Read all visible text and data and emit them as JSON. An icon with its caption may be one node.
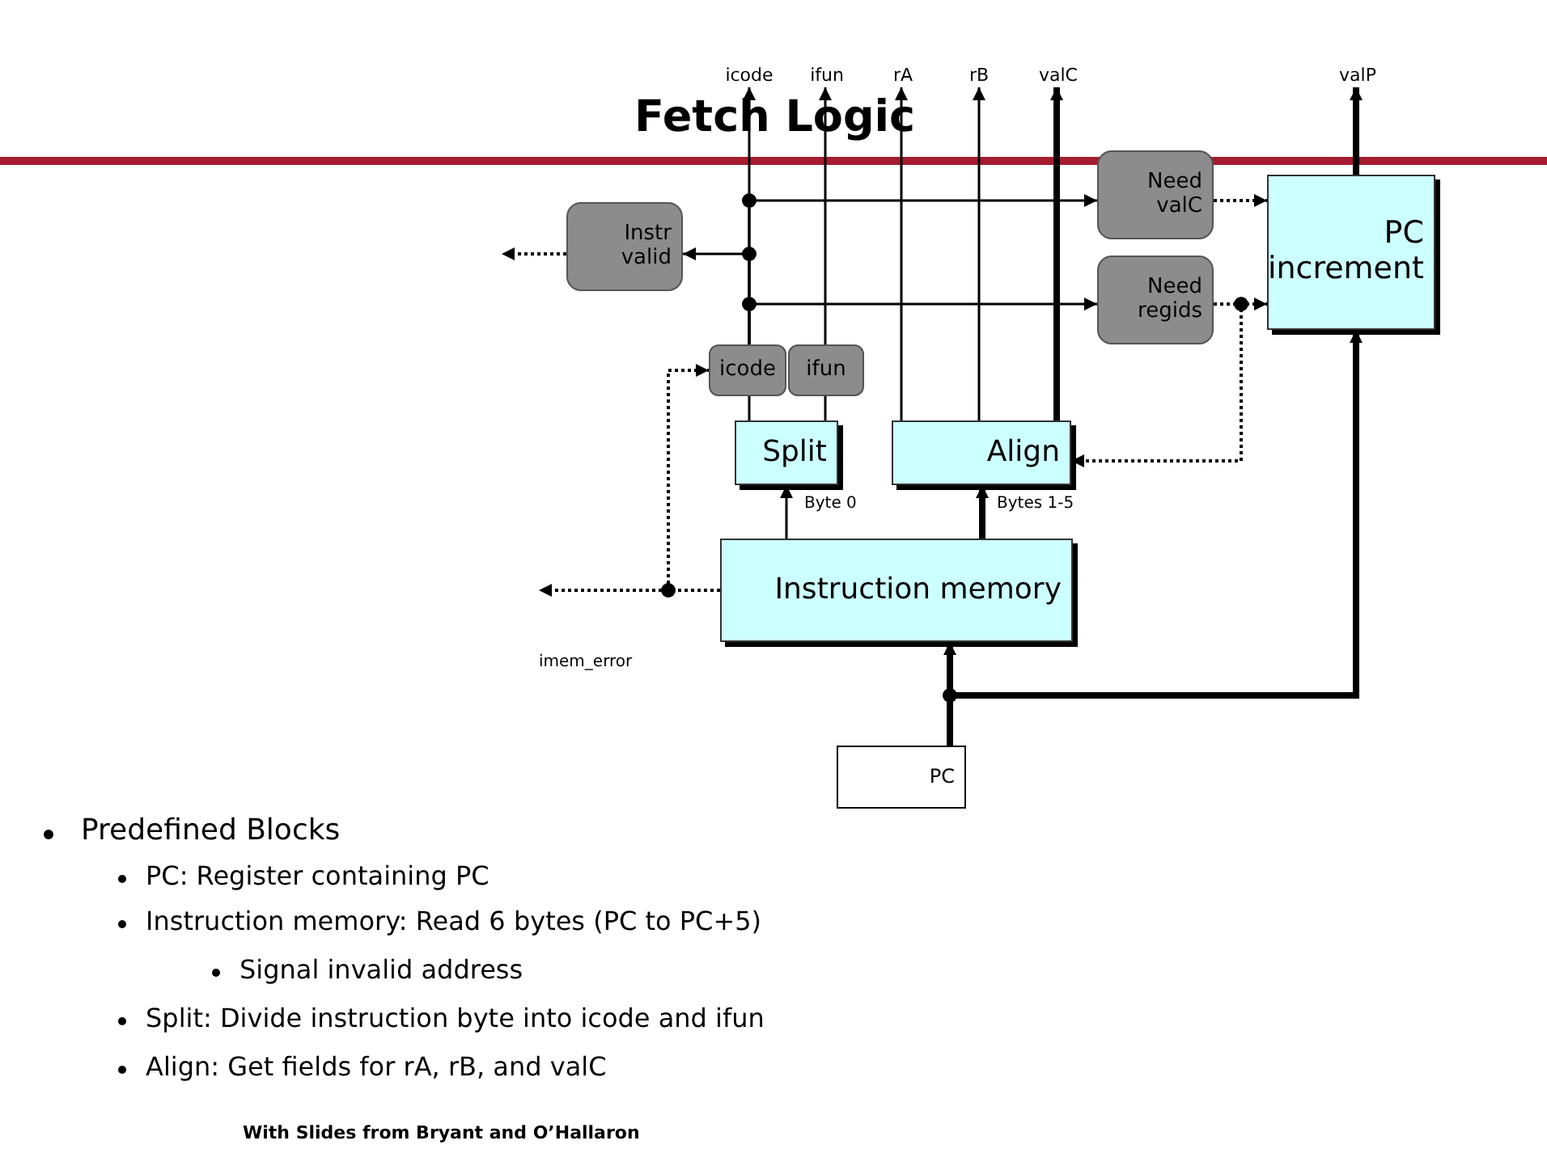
{
  "diagram": {
    "title": "Fetch Logic",
    "nodes": [
      {
        "text": [
          "icode"
        ]
      },
      {
        "text": [
          "ifun"
        ]
      },
      {
        "text": [
          "rA"
        ]
      },
      {
        "text": [
          "rB"
        ]
      },
      {
        "text": [
          "valC"
        ]
      },
      {
        "text": [
          "valP"
        ]
      },
      {
        "text": [
          "Instr valid"
        ]
      },
      {
        "text": [
          "Need valC"
        ]
      },
      {
        "text": [
          "Need regids"
        ]
      },
      {
        "text": [
          "PC increment"
        ]
      },
      {
        "text": [
          "icode"
        ]
      },
      {
        "text": [
          "ifun"
        ]
      },
      {
        "text": [
          "Split"
        ]
      },
      {
        "text": [
          "Align"
        ]
      },
      {
        "text": [
          "Instruction memory"
        ]
      },
      {
        "text": [
          "PC"
        ]
      }
    ],
    "edges": [
      {
        "from": 12,
        "to": 10,
        "arrow": "none"
      },
      {
        "from": 12,
        "to": 11,
        "arrow": "none"
      },
      {
        "from": 10,
        "to": 0,
        "arrow": "to"
      },
      {
        "from": 11,
        "to": 1,
        "arrow": "to"
      },
      {
        "from": 13,
        "to": 2,
        "arrow": "to"
      },
      {
        "from": 13,
        "to": 3,
        "arrow": "to"
      },
      {
        "from": 13,
        "to": 4,
        "arrow": "to",
        "style": "thick"
      },
      {
        "from": 9,
        "to": 5,
        "arrow": "to",
        "style": "thick"
      },
      {
        "from": 10,
        "to": 7,
        "arrow": "to"
      },
      {
        "from": 10,
        "to": 6,
        "arrow": "to"
      },
      {
        "from": 10,
        "to": 8,
        "arrow": "to"
      },
      {
        "from": 7,
        "to": 9,
        "arrow": "to",
        "style": "dashed"
      },
      {
        "from": 8,
        "to": 9,
        "arrow": "to",
        "style": "dashed"
      },
      {
        "from": 8,
        "to": 13,
        "arrow": "to",
        "style": "dashed"
      },
      {
        "from": 6,
        "to": null,
        "arrow": "to",
        "style": "dashed"
      },
      {
        "from": 14,
        "to": null,
        "arrow": "to",
        "style": "dashed"
      },
      {
        "from": 14,
        "to": 10,
        "arrow": "to",
        "style": "dashed"
      },
      {
        "from": 14,
        "to": 12,
        "arrow": "to",
        "label": "Byte 0"
      },
      {
        "from": 14,
        "to": 13,
        "arrow": "to",
        "label": "Bytes 1-5",
        "style": "thick"
      },
      {
        "from": 15,
        "to": 14,
        "arrow": "to",
        "style": "thick"
      },
      {
        "from": 15,
        "to": 9,
        "arrow": "to",
        "style": "thick"
      }
    ],
    "labels": [
      "imem_error",
      "Predefined Blocks",
      "PC: Register containing PC",
      "Instruction memory: Read 6 bytes (PC to PC+5)",
      "Signal invalid address",
      "Split: Divide instruction byte into icode and ifun",
      "Align: Get fields for rA, rB, and valC",
      "With Slides from Bryant and O’Hallaron"
    ]
  }
}
